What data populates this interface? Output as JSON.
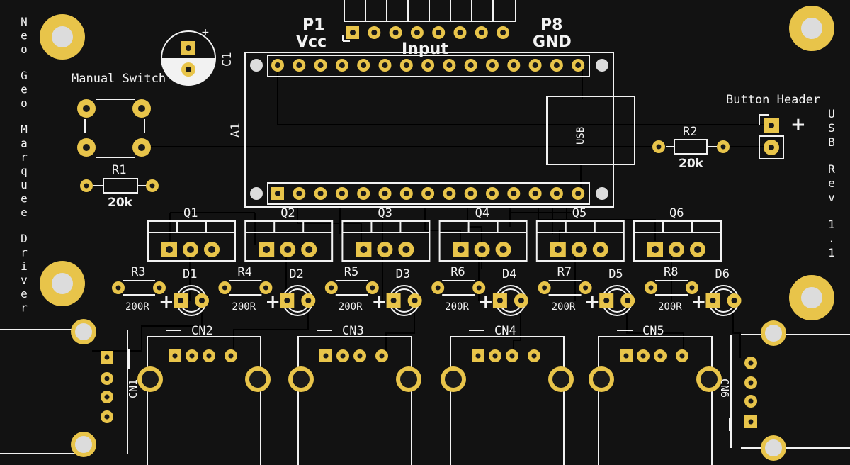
{
  "board": {
    "side_title": "Neo Geo Marquee Driver",
    "side_version": "USB Rev 1.1",
    "manual_switch": "Manual Switch",
    "button_header": "Button Header",
    "plus": "+",
    "input": "Input",
    "p1": "P1",
    "vcc": "Vcc",
    "p8": "P8",
    "gnd": "GND",
    "a1": "A1",
    "usb": "USB",
    "c1": "C1",
    "r1": "R1",
    "r1_value": "20k",
    "r2": "R2",
    "r2_value": "20k",
    "cn1": "CN1",
    "cn6": "CN6"
  },
  "transistors": [
    "Q1",
    "Q2",
    "Q3",
    "Q4",
    "Q5",
    "Q6"
  ],
  "resistors": [
    {
      "ref": "R3",
      "value": "200R"
    },
    {
      "ref": "R4",
      "value": "200R"
    },
    {
      "ref": "R5",
      "value": "200R"
    },
    {
      "ref": "R6",
      "value": "200R"
    },
    {
      "ref": "R7",
      "value": "200R"
    },
    {
      "ref": "R8",
      "value": "200R"
    }
  ],
  "diodes": [
    "D1",
    "D2",
    "D3",
    "D4",
    "D5",
    "D6"
  ],
  "connectors": [
    "CN2",
    "CN3",
    "CN4",
    "CN5"
  ],
  "colors": {
    "board": "#121212",
    "copper": "#e8c44a",
    "silkscreen": "#f2f2f2"
  }
}
